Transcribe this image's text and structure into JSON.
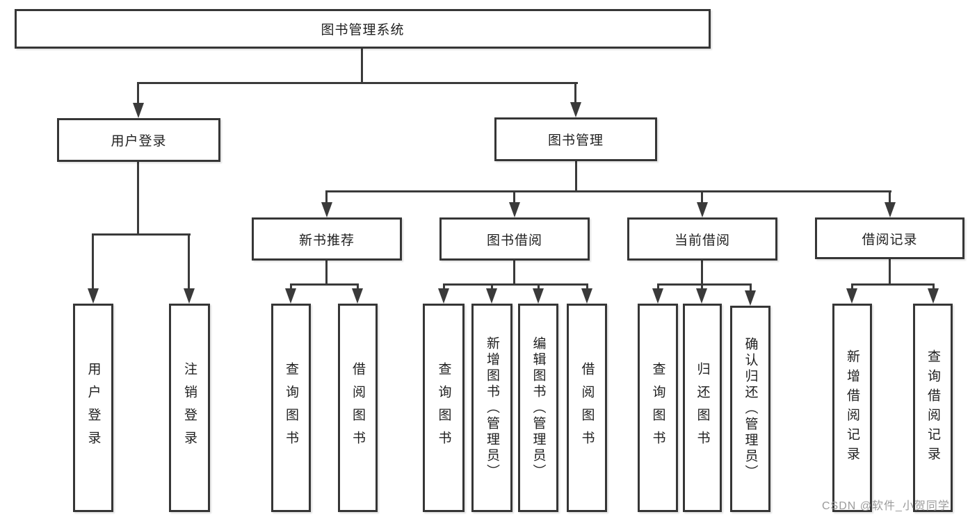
{
  "tree": {
    "label": "图书管理系统",
    "children": [
      {
        "label": "用户登录",
        "children": [
          {
            "label": "用户登录"
          },
          {
            "label": "注销登录"
          }
        ]
      },
      {
        "label": "图书管理",
        "children": [
          {
            "label": "新书推荐",
            "children": [
              {
                "label": "查询图书"
              },
              {
                "label": "借阅图书"
              }
            ]
          },
          {
            "label": "图书借阅",
            "children": [
              {
                "label": "查询图书"
              },
              {
                "label": "新增图书（管理员）"
              },
              {
                "label": "编辑图书（管理员）"
              },
              {
                "label": "借阅图书"
              }
            ]
          },
          {
            "label": "当前借阅",
            "children": [
              {
                "label": "查询图书"
              },
              {
                "label": "归还图书"
              },
              {
                "label": "确认归还（管理员）"
              }
            ]
          },
          {
            "label": "借阅记录",
            "children": [
              {
                "label": "新增借阅记录"
              },
              {
                "label": "查询借阅记录"
              }
            ]
          }
        ]
      }
    ]
  },
  "watermark": {
    "text": "CSDN @软件_小贺同学"
  },
  "colors": {
    "line": "#3a3a3a",
    "box_border": "#363636",
    "box_background": "#ffffff",
    "text": "#1f1f1f",
    "watermark": "#9b9b9b"
  }
}
